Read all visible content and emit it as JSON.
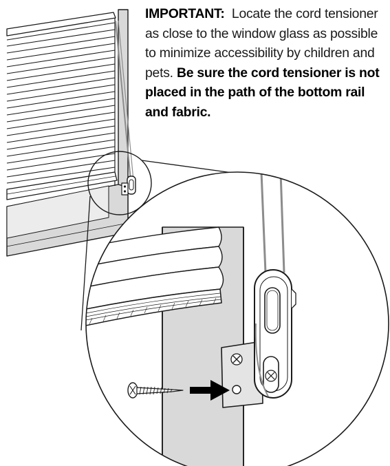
{
  "instruction": {
    "lead": "IMPORTANT:",
    "body": "Locate the cord tensioner as close to the window glass as possible to minimize accessibility by children and pets.",
    "emphasis": "Be sure the cord tensioner is not placed in the path of the bottom rail and fabric."
  },
  "colors": {
    "line": "#1a1a1a",
    "frame_fill": "#d9d9d9",
    "frame_shadow": "#bdbdbd",
    "cord": "#8c8c8c",
    "arrow": "#000000",
    "background": "#ffffff"
  },
  "icons": {
    "arrow": "right-arrow-icon",
    "screw": "screw-icon",
    "magnifier": "callout-circle"
  }
}
